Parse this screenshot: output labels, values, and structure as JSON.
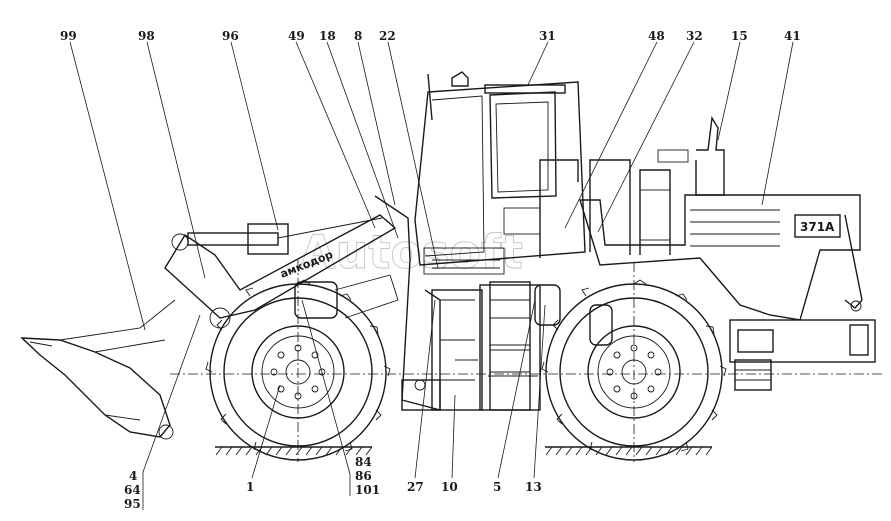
{
  "watermark": "Autosoft",
  "decal": {
    "brand": "амкодор",
    "model": "371A"
  },
  "callouts_top": [
    "99",
    "98",
    "96",
    "49",
    "18",
    "8",
    "22",
    "31",
    "48",
    "32",
    "15",
    "41"
  ],
  "callouts_bottom": [
    "1",
    "27",
    "10",
    "5",
    "13"
  ],
  "callout_stack_a": [
    "84",
    "86",
    "101"
  ],
  "callout_stack_b": [
    "4",
    "64",
    "95"
  ]
}
